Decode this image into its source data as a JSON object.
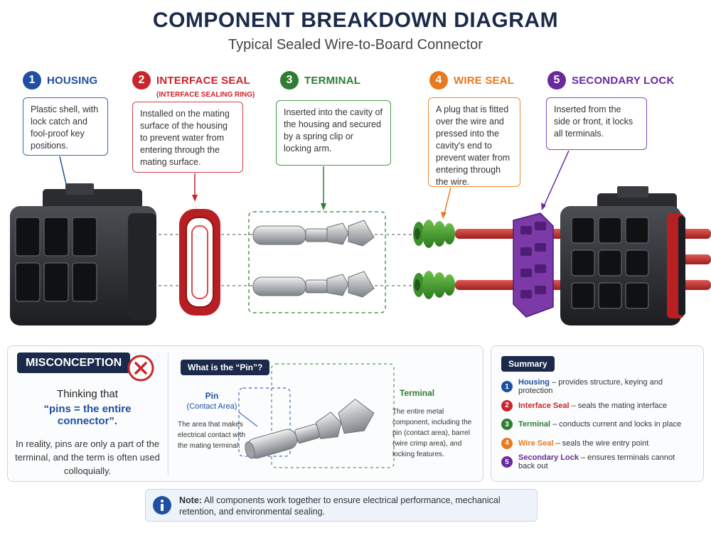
{
  "title": "COMPONENT BREAKDOWN DIAGRAM",
  "subtitle": "Typical Sealed Wire-to-Board Connector",
  "components": [
    {
      "number": "1",
      "name": "HOUSING",
      "sub": "",
      "color": "#1f4fa0",
      "description": "Plastic shell, with lock catch and fool-proof key positions."
    },
    {
      "number": "2",
      "name": "INTERFACE SEAL",
      "sub": "(INTERFACE SEALING RING)",
      "color": "#c8262b",
      "description": "Installed on the mating surface of the housing to prevent water from entering through the mating surface."
    },
    {
      "number": "3",
      "name": "TERMINAL",
      "sub": "",
      "color": "#2e7d32",
      "description": "Inserted into the cavity of the housing and secured by a spring clip or locking arm."
    },
    {
      "number": "4",
      "name": "WIRE SEAL",
      "sub": "",
      "color": "#e8791e",
      "description": "A plug that is fitted over the wire and pressed into the cavity's end to prevent water from entering through the wire."
    },
    {
      "number": "5",
      "name": "SECONDARY LOCK",
      "sub": "",
      "color": "#6a2a9c",
      "description": "Inserted from the side or front, it locks all terminals."
    }
  ],
  "misconception": {
    "badge": "MISCONCEPTION",
    "line1": "Thinking that",
    "line2": "“pins = the entire connector”.",
    "body": "In reality, pins are only a part of the terminal, and the term is often used colloquially."
  },
  "pin_panel": {
    "header": "What is the “Pin”?",
    "pin_title": "Pin",
    "pin_sub": "(Contact Area)",
    "pin_desc": "The area that makes electrical contact with the mating terminal.",
    "terminal_title": "Terminal",
    "terminal_desc": "The entire metal component, including the pin (contact area), barrel (wire crimp area), and locking features."
  },
  "summary": {
    "title": "Summary",
    "items": [
      {
        "number": "1",
        "name": "Housing",
        "text": "– provides structure, keying and protection"
      },
      {
        "number": "2",
        "name": "Interface Seal",
        "text": "– seals the mating interface"
      },
      {
        "number": "3",
        "name": "Terminal",
        "text": "– conducts current and locks in place"
      },
      {
        "number": "4",
        "name": "Wire Seal",
        "text": "– seals the wire entry point"
      },
      {
        "number": "5",
        "name": "Secondary Lock",
        "text": "– ensures terminals cannot back out"
      }
    ]
  },
  "note": {
    "label": "Note:",
    "text": "All components work together to ensure electrical performance, mechanical retention, and environmental sealing."
  },
  "icons": {
    "misconception": "x-circle-icon",
    "note": "info-icon"
  }
}
